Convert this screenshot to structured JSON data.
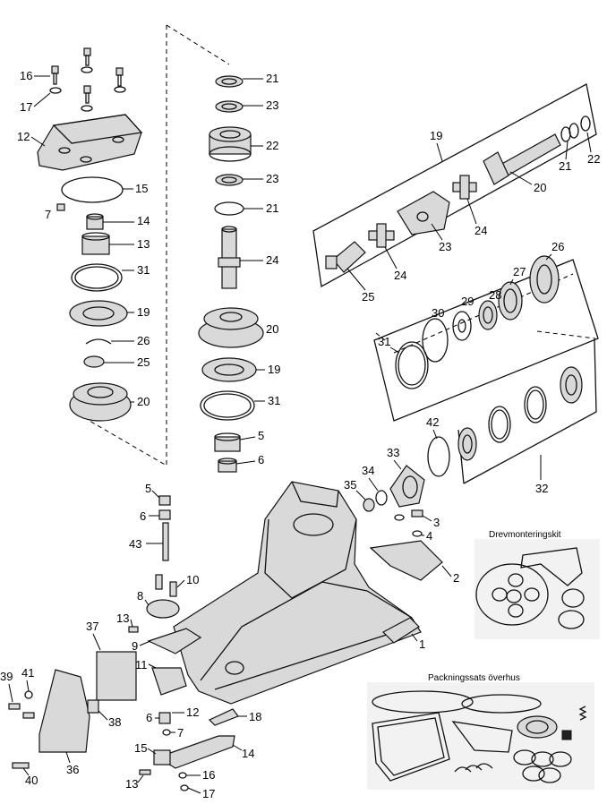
{
  "kits": {
    "drive_mount_kit": "Drevmonteringskit",
    "gasket_kit_upper": "Packningssats överhus"
  },
  "labels": {
    "left_column": [
      "16",
      "17",
      "12",
      "15",
      "7",
      "14",
      "13",
      "31",
      "19",
      "26",
      "25",
      "20"
    ],
    "center_column": [
      "21",
      "23",
      "22",
      "23",
      "21",
      "24",
      "20",
      "19",
      "31",
      "5",
      "6"
    ],
    "shaft_assembly": [
      "19",
      "21",
      "22",
      "20",
      "23",
      "24",
      "24",
      "25"
    ],
    "bearing_stack": [
      "26",
      "27",
      "28",
      "29",
      "30",
      "31"
    ],
    "pinion_stack": [
      "42",
      "33",
      "34",
      "35",
      "32"
    ],
    "housing": [
      "3",
      "4",
      "2",
      "1",
      "5",
      "6",
      "43",
      "10",
      "8",
      "13",
      "37",
      "9",
      "11",
      "12",
      "6",
      "7",
      "18",
      "15",
      "14",
      "16",
      "17",
      "13",
      "39",
      "41",
      "38",
      "36",
      "40"
    ]
  }
}
